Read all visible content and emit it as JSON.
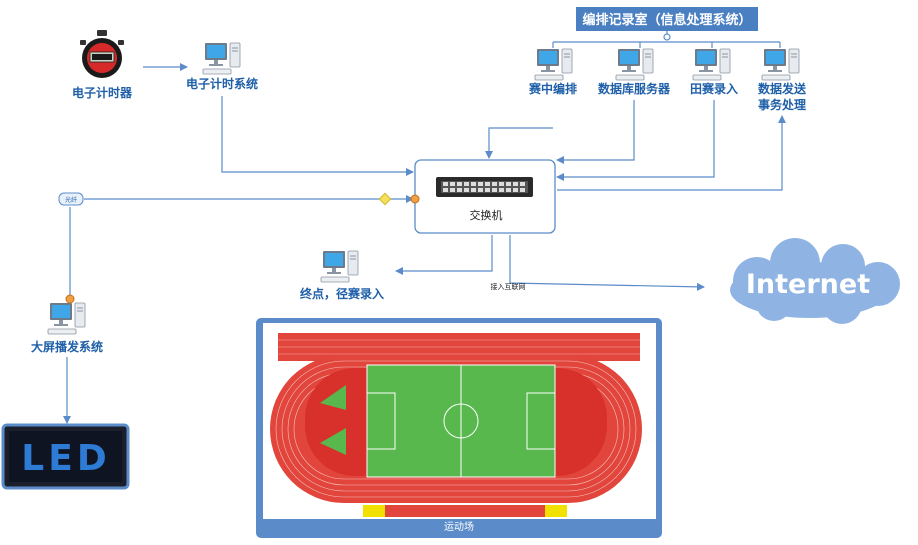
{
  "header": {
    "title": "编排记录室（信息处理系统）"
  },
  "nodes": {
    "stopwatch": "电子计时器",
    "timing_system": "电子计时系统",
    "in_race_arrange": "赛中编排",
    "db_server": "数据库服务器",
    "field_entry": "田赛录入",
    "data_send_1": "数据发送",
    "data_send_2": "事务处理",
    "switch": "交换机",
    "finish_entry": "终点，径赛录入",
    "internet_access": "接入互联网",
    "internet": "Internet",
    "display_system": "大屏播发系统",
    "led": "LED",
    "stadium": "运动场",
    "fiber": "光纤"
  },
  "colors": {
    "title_bg": "#4a7fc1",
    "line": "#5b8cc9",
    "label": "#1f5fa8",
    "cloud": "#8fb4e3",
    "track": "#e2453c",
    "field": "#58b84d",
    "led_text": "#2e7bd6"
  },
  "icons": [
    "stopwatch-icon",
    "computer-icon",
    "switch-icon",
    "cloud-icon",
    "led-screen-icon",
    "stadium-image"
  ]
}
